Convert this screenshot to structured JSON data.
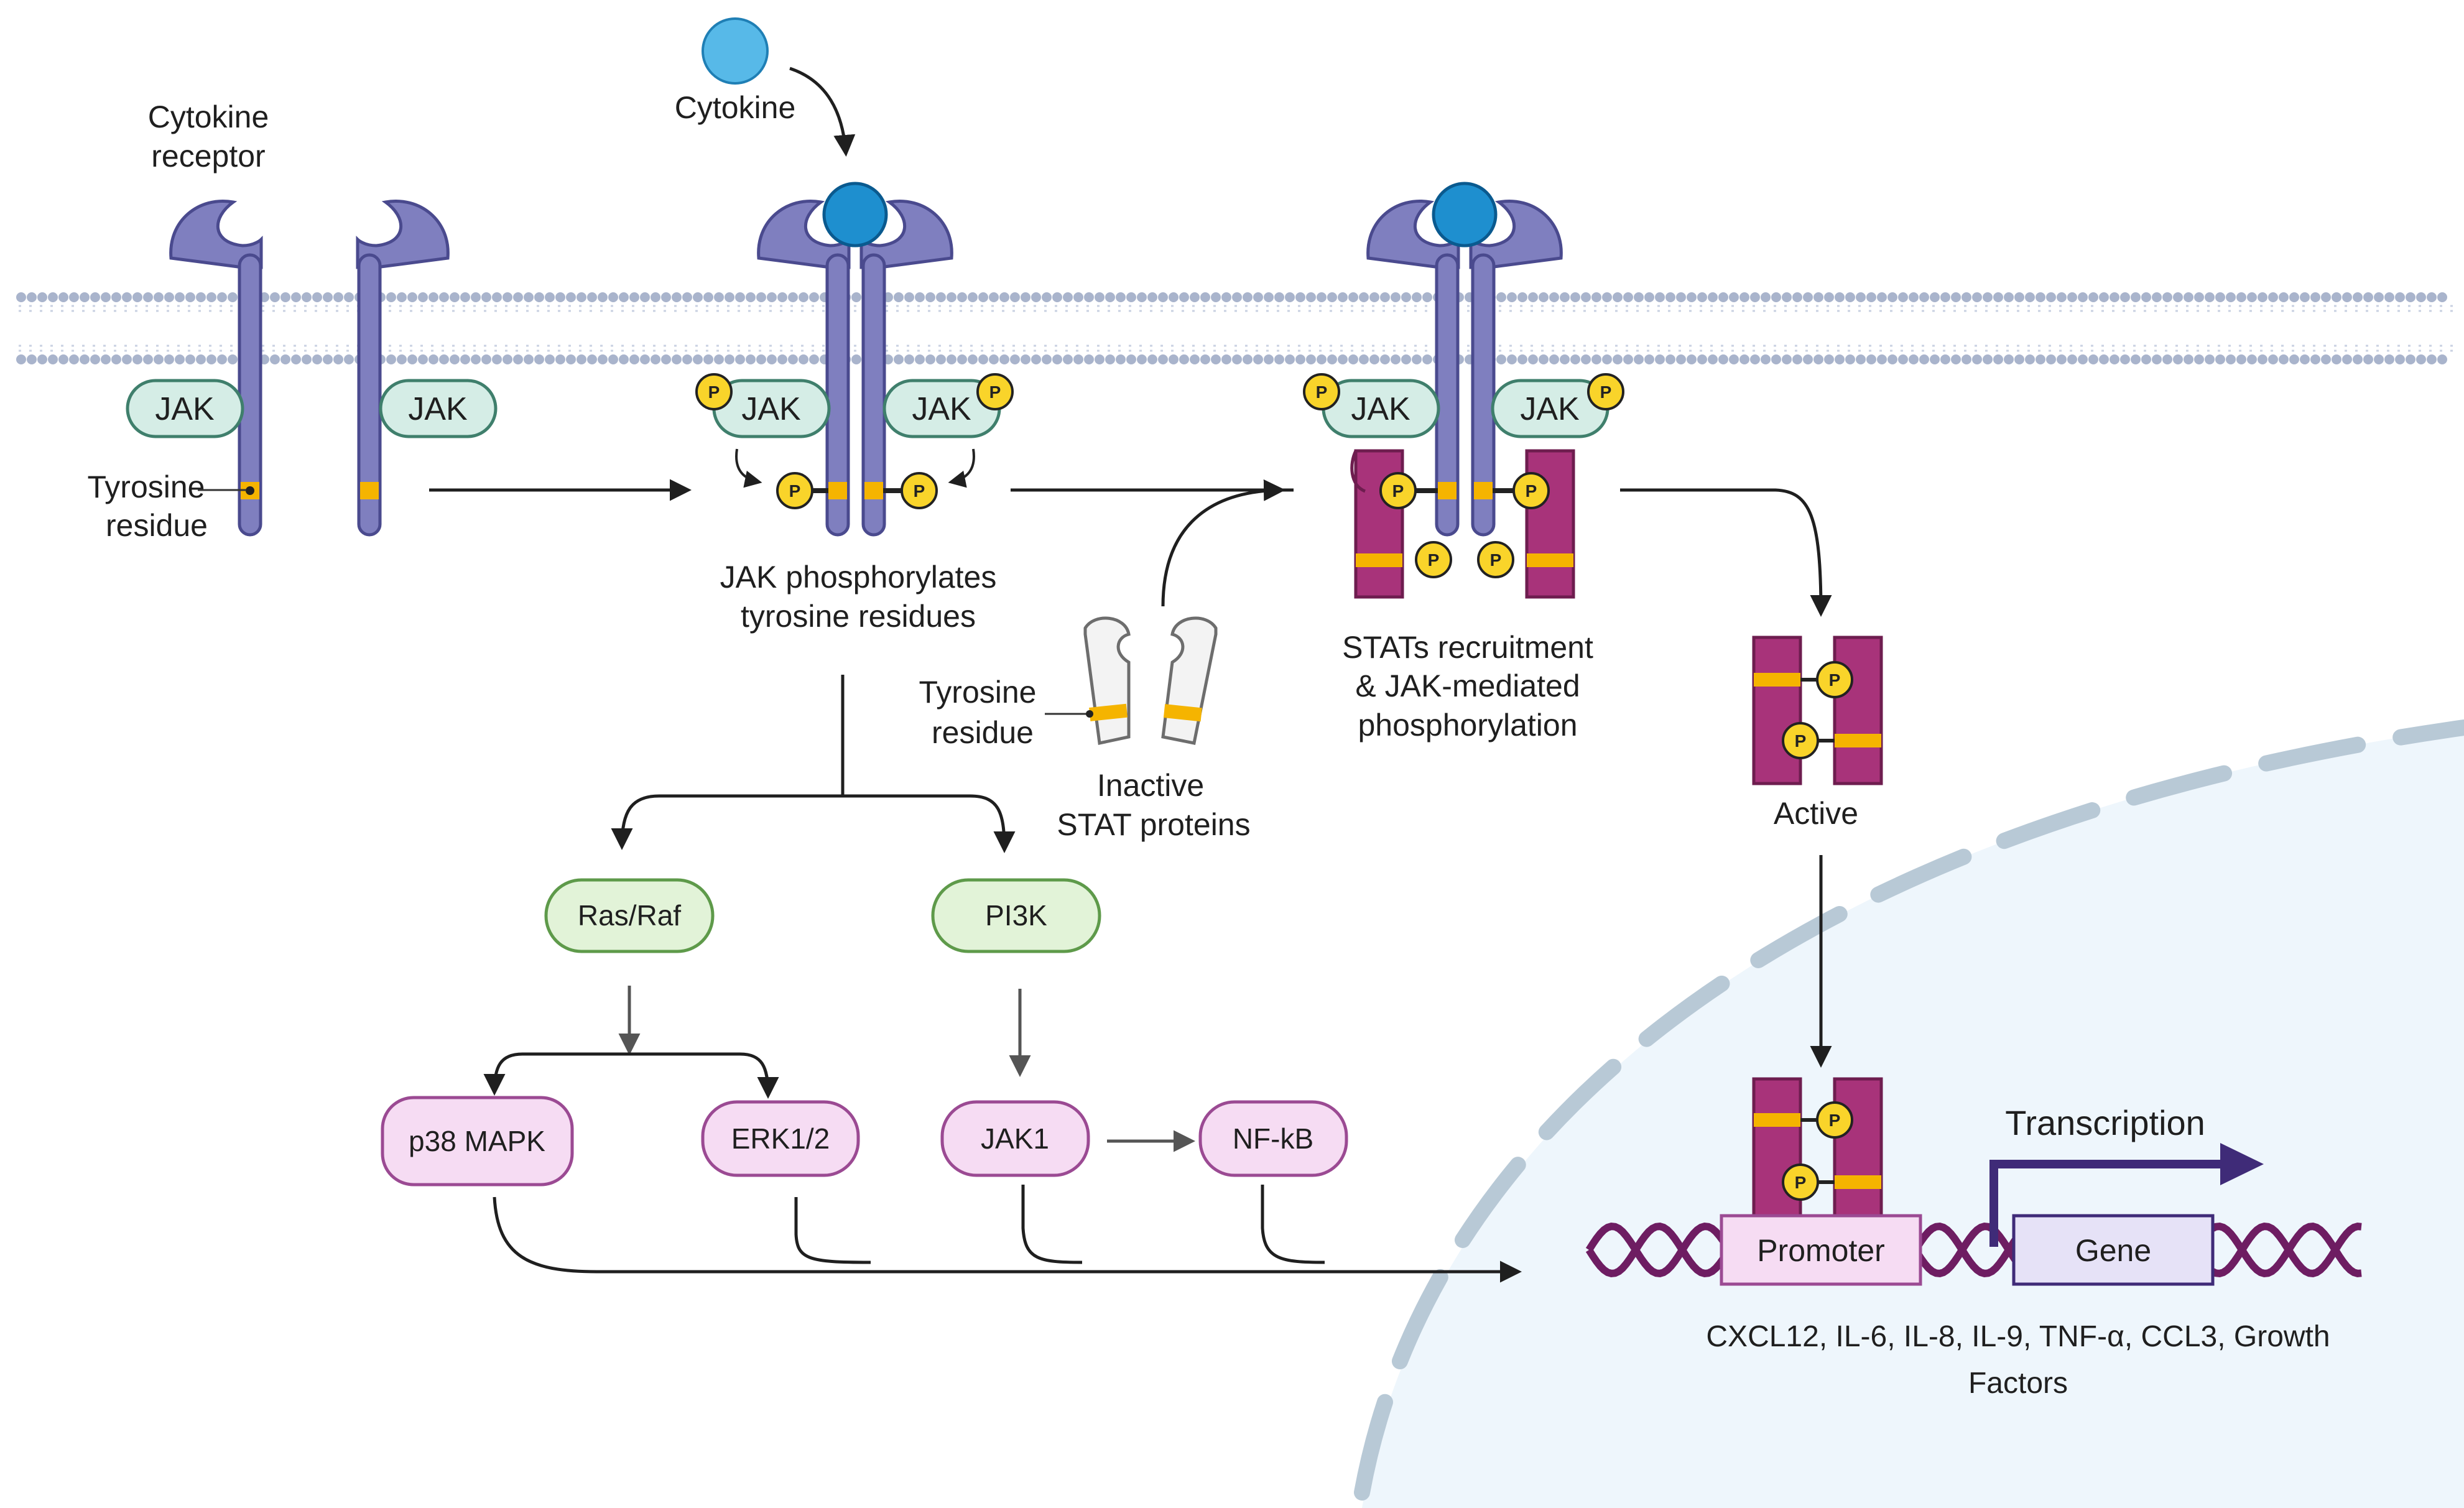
{
  "labels": {
    "cytokine_receptor_l1": "Cytokine",
    "cytokine_receptor_l2": "receptor",
    "cytokine": "Cytokine",
    "jak": "JAK",
    "tyrosine_l1": "Tyrosine",
    "tyrosine_l2": "residue",
    "phos_l1": "JAK phosphorylates",
    "phos_l2": "tyrosine residues",
    "stats_l1": "STATs recruitment",
    "stats_l2": "& JAK-mediated",
    "stats_l3": "phosphorylation",
    "inactive_l1": "Inactive",
    "inactive_l2": "STAT proteins",
    "active": "Active",
    "p": "P",
    "transcription": "Transcription",
    "promoter": "Promoter",
    "gene": "Gene",
    "genes_l1": "CXCL12, IL-6, IL-8, IL-9, TNF-α, CCL3, Growth",
    "genes_l2": "Factors"
  },
  "pathway_nodes": {
    "ras_raf": "Ras/Raf",
    "pi3k": "PI3K",
    "p38": "p38 MAPK",
    "erk": "ERK1/2",
    "jak1": "JAK1",
    "nfkb": "NF-kB"
  },
  "colors": {
    "receptor": "#7f7fbf",
    "receptor_stroke": "#4a4a8e",
    "jak_fill": "#d5ede6",
    "jak_stroke": "#3f7f6c",
    "tyrosine": "#f5b400",
    "phospho": "#f9d42a",
    "stat": "#a8337a",
    "stat_stroke": "#6e1d4f",
    "green_fill": "#e2f3d8",
    "green_stroke": "#5e9a4a",
    "pink_fill": "#f6dcf3",
    "pink_stroke": "#9b4a93",
    "nucleus": "#eef6fc",
    "nucleus_envelope": "#b8c9d6",
    "dna": "#6e1d62",
    "transcription_arrow": "#3f2b78",
    "membrane": "#a9b4cc"
  }
}
